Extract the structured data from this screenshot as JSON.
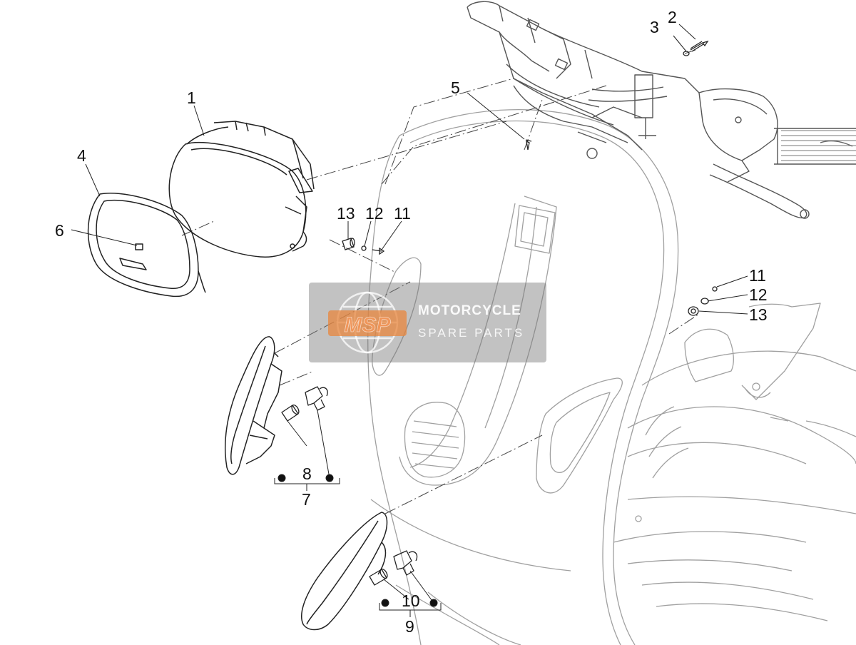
{
  "callouts": {
    "c1": "1",
    "c2": "2",
    "c3": "3",
    "c4": "4",
    "c5": "5",
    "c6": "6",
    "c7": "7",
    "c8": "8",
    "c9": "9",
    "c10": "10",
    "c11a": "11",
    "c11b": "11",
    "c12a": "12",
    "c12b": "12",
    "c13a": "13",
    "c13b": "13"
  },
  "watermark": {
    "logo_text": "MSP",
    "line1": "MOTORCYCLE",
    "line2": "SPARE PARTS"
  },
  "colors": {
    "line_dark": "#222222",
    "line_light": "#9a9a9a",
    "watermark_box": "#8a8a8a",
    "logo_orange": "#e8853c"
  }
}
